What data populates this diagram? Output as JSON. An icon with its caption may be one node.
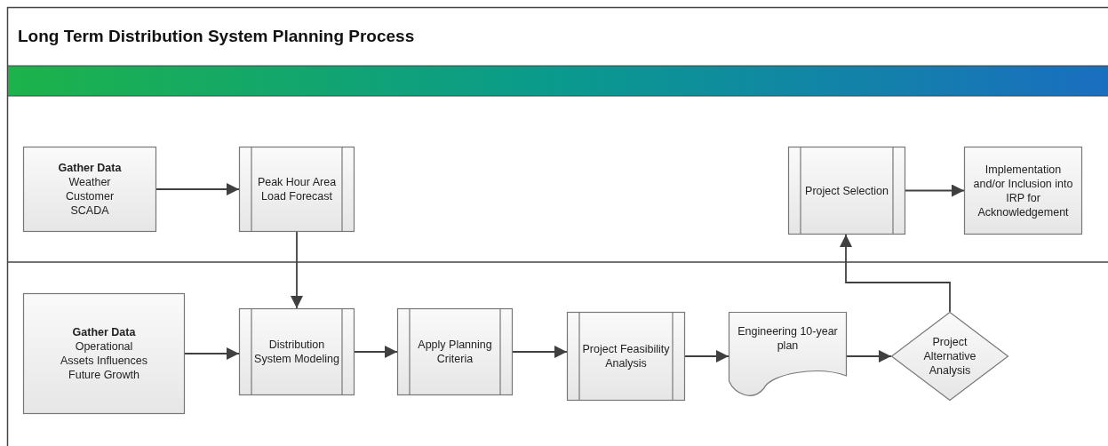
{
  "diagram": {
    "title": "Long Term Distribution System Planning Process",
    "nodes": [
      {
        "text": [
          "Gather Data",
          "Weather Customer SCADA"
        ]
      },
      {
        "text": [
          "Peak Hour Area Load Forecast"
        ]
      },
      {
        "text": [
          "Project Selection"
        ]
      },
      {
        "text": [
          "Implementation and/or Inclusion into IRP for Acknowledgement"
        ]
      },
      {
        "text": [
          "Gather Data",
          "Operational Assets Influences Future Growth"
        ]
      },
      {
        "text": [
          "Distribution System Modeling"
        ]
      },
      {
        "text": [
          "Apply Planning Criteria"
        ]
      },
      {
        "text": [
          "Project Feasibility Analysis"
        ]
      },
      {
        "text": [
          "Engineering 10-year plan"
        ]
      },
      {
        "text": [
          "Project Alternative Analysis"
        ]
      }
    ],
    "edges": [
      {
        "from": 0,
        "to": 1,
        "arrow": "to"
      },
      {
        "from": 1,
        "to": 5,
        "arrow": "to"
      },
      {
        "from": 4,
        "to": 5,
        "arrow": "to"
      },
      {
        "from": 5,
        "to": 6,
        "arrow": "to"
      },
      {
        "from": 6,
        "to": 7,
        "arrow": "to"
      },
      {
        "from": 7,
        "to": 8,
        "arrow": "to"
      },
      {
        "from": 8,
        "to": 9,
        "arrow": "to"
      },
      {
        "from": 9,
        "to": 2,
        "arrow": "to"
      },
      {
        "from": 2,
        "to": 3,
        "arrow": "to"
      }
    ]
  }
}
